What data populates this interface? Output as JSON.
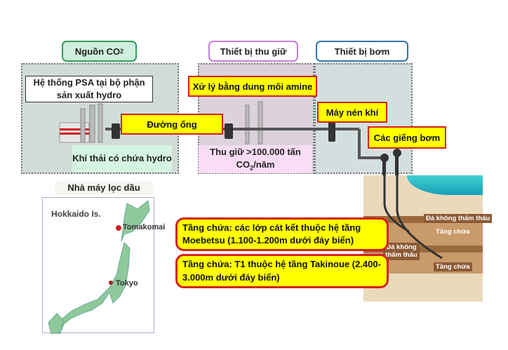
{
  "headers": {
    "source": "Nguồn CO",
    "source_sub": "2",
    "capture": "Thiết bị thu giữ",
    "pump": "Thiết bị bơm"
  },
  "labels": {
    "psa": "Hệ thống PSA tại bộ phận sản xuất hydro",
    "amine": "Xử lý bằng dung môi amine",
    "compressor": "Máy nén khí",
    "pipeline": "Đường ống",
    "wells": "Các giếng bơm",
    "exhaust": "Khí thải có chứa hydro",
    "capture_amount": "Thu giữ >100.000 tấn CO",
    "capture_sub": "2",
    "capture_unit": "/năm",
    "refinery": "Nhà máy lọc dầu"
  },
  "map": {
    "island": "Hokkaido Is.",
    "city1": "Tomakomai",
    "city2": "Tokyo"
  },
  "reservoirs": [
    {
      "text": "Tầng chứa: các lớp cát kết thuộc hệ tầng Moebetsu (1.100-1.200m dưới đáy biển)"
    },
    {
      "text": "Tầng chứa: T1 thuộc hệ tầng Takinoue (2.400-3.000m dưới đáy biển)"
    }
  ],
  "underground": {
    "caprock1": "Đá không thấm thấu",
    "res1": "Tầng chứa",
    "caprock2": "Đá không thấm thấu",
    "res2": "Tầng chứa"
  },
  "colors": {
    "yellow": "#ffff00",
    "red": "#d62020",
    "green": "#2e9e5b",
    "purple": "#c77fe0",
    "blue": "#2e75b6"
  }
}
